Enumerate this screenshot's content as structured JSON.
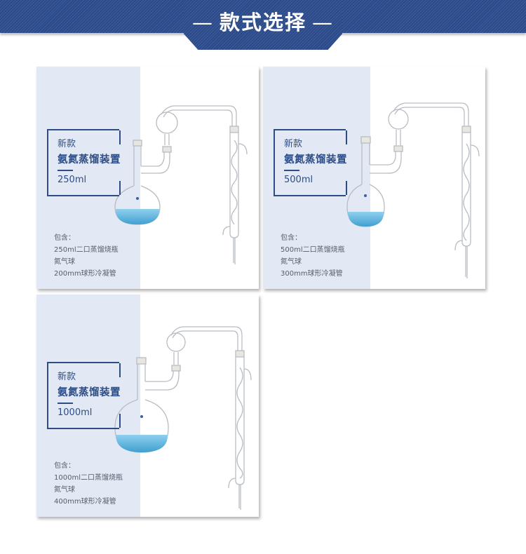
{
  "header": {
    "title": "款式选择",
    "dash": "—",
    "color": "#2a4a8a"
  },
  "cards": [
    {
      "tag": "新款",
      "name": "氨氮蒸馏装置",
      "size": "250ml",
      "contents_label": "包含：",
      "contents": [
        "250ml二口蒸馏烧瓶",
        "氮气球",
        "200mm球形冷凝管"
      ]
    },
    {
      "tag": "新款",
      "name": "氨氮蒸馏装置",
      "size": "500ml",
      "contents_label": "包含：",
      "contents": [
        "500ml二口蒸馏烧瓶",
        "氮气球",
        "300mm球形冷凝管"
      ]
    },
    {
      "tag": "新款",
      "name": "氨氮蒸馏装置",
      "size": "1000ml",
      "contents_label": "包含：",
      "contents": [
        "1000ml二口蒸馏烧瓶",
        "氮气球",
        "400mm球形冷凝管"
      ]
    }
  ],
  "colors": {
    "accent": "#2d4d86",
    "panel": "#e2e9f4",
    "liquid": "#5fb3dc"
  }
}
